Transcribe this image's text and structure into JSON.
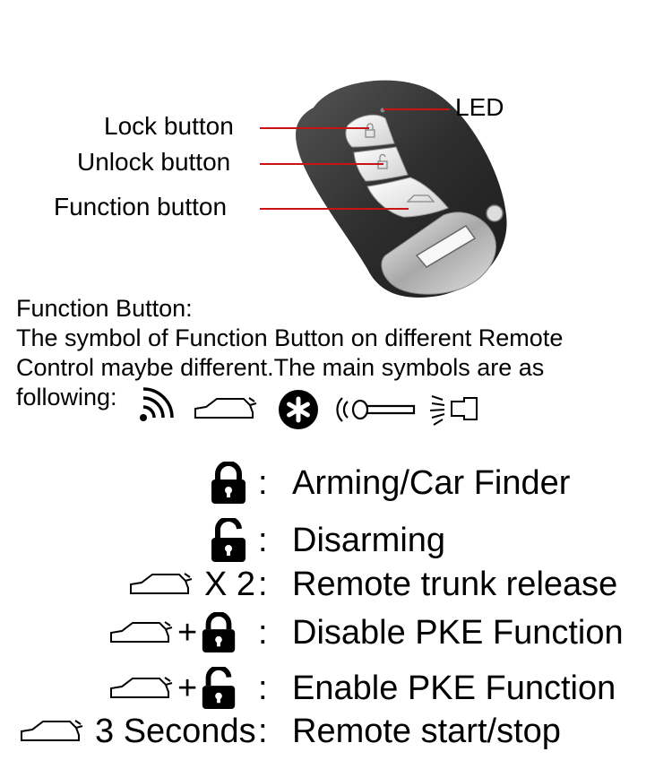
{
  "callouts": {
    "led": "LED",
    "lock": "Lock button",
    "unlock": "Unlock button",
    "function": "Function button"
  },
  "description": {
    "line1": "Function Button:",
    "line2": "The symbol of Function Button on different Remote",
    "line3": "Control maybe different.The main symbols are as",
    "line4": "following:"
  },
  "symbols": [
    "signal-icon",
    "car-trunk-icon",
    "asterisk-icon",
    "key-signal-icon",
    "light-beam-icon"
  ],
  "legend": [
    {
      "symbol": "lock-icon",
      "prefix": "",
      "label": "Arming/Car Finder"
    },
    {
      "symbol": "unlock-icon",
      "prefix": "",
      "label": "Disarming"
    },
    {
      "symbol": "car-trunk-icon",
      "prefix": "X 2",
      "label": "Remote trunk release"
    },
    {
      "symbol": "car-trunk-icon+lock-icon",
      "prefix": "+",
      "label": "Disable PKE Function"
    },
    {
      "symbol": "car-trunk-icon+unlock-icon",
      "prefix": "+",
      "label": "Enable PKE Function"
    },
    {
      "symbol": "car-trunk-icon",
      "prefix": "3 Seconds",
      "label": "Remote start/stop"
    }
  ],
  "separator": ":",
  "colors": {
    "leader": "#c81414",
    "key_body": "#3a3a3a",
    "button": "#e8e8e8",
    "chrome": "#c8c8c8"
  }
}
